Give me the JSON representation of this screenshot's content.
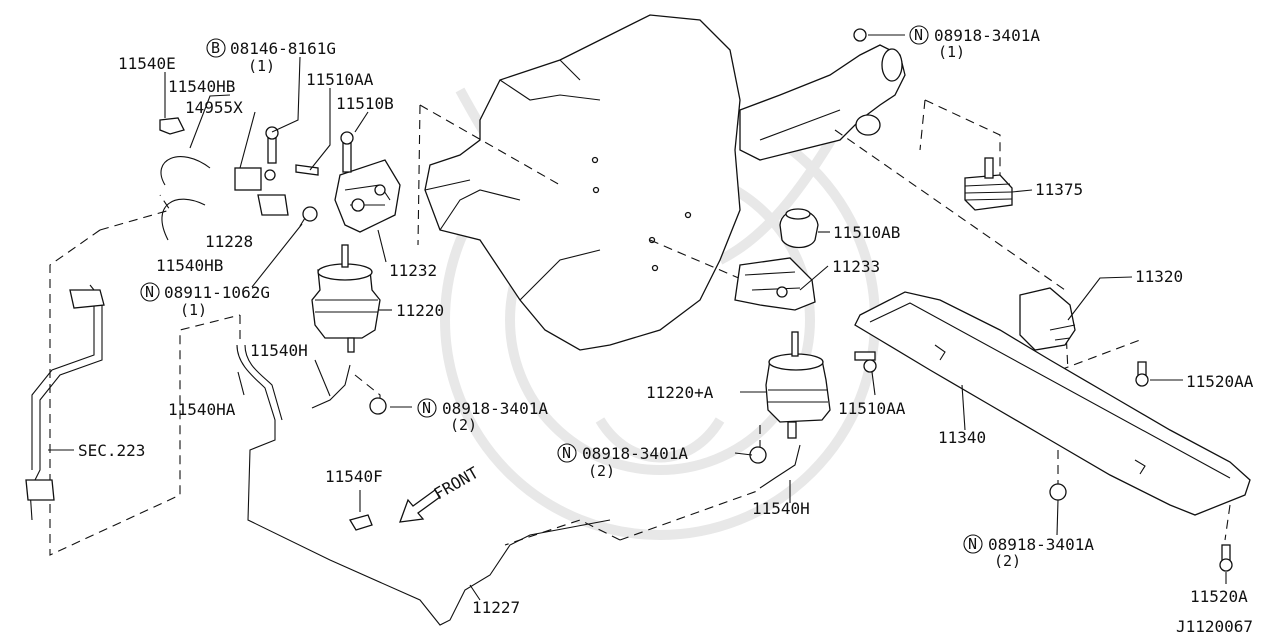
{
  "diagram_id": "J1120067",
  "labels": {
    "p11540E": "11540E",
    "p11540HB_top": "11540HB",
    "p14955X": "14955X",
    "p11510AA_top": "11510AA",
    "p11510B": "11510B",
    "p11228": "11228",
    "p11232": "11232",
    "p11540HB_bot": "11540HB",
    "p08911": "08911-1062G",
    "p08911_qty": "(1)",
    "p11220": "11220",
    "p11540H_left": "11540H",
    "p11540HA": "11540HA",
    "p08918_mid": "08918-3401A",
    "p08918_mid_qty": "(2)",
    "pSEC223": "SEC.223",
    "p11540F": "11540F",
    "front": "FRONT",
    "p11227": "11227",
    "p08146": "08146-8161G",
    "p08146_qty": "(1)",
    "p08918_top": "08918-3401A",
    "p08918_top_qty": "(1)",
    "p11375": "11375",
    "p11510AB": "11510AB",
    "p11233": "11233",
    "p11320": "11320",
    "p11520AA": "11520AA",
    "p11220A": "11220+A",
    "p11510AA_right": "11510AA",
    "p11340": "11340",
    "p08918_low": "08918-3401A",
    "p08918_low_qty": "(2)",
    "p11540H_right": "11540H",
    "p08918_br": "08918-3401A",
    "p08918_br_qty": "(2)",
    "p11520A": "11520A"
  },
  "symbols": {
    "nut": "N",
    "bolt": "B"
  }
}
